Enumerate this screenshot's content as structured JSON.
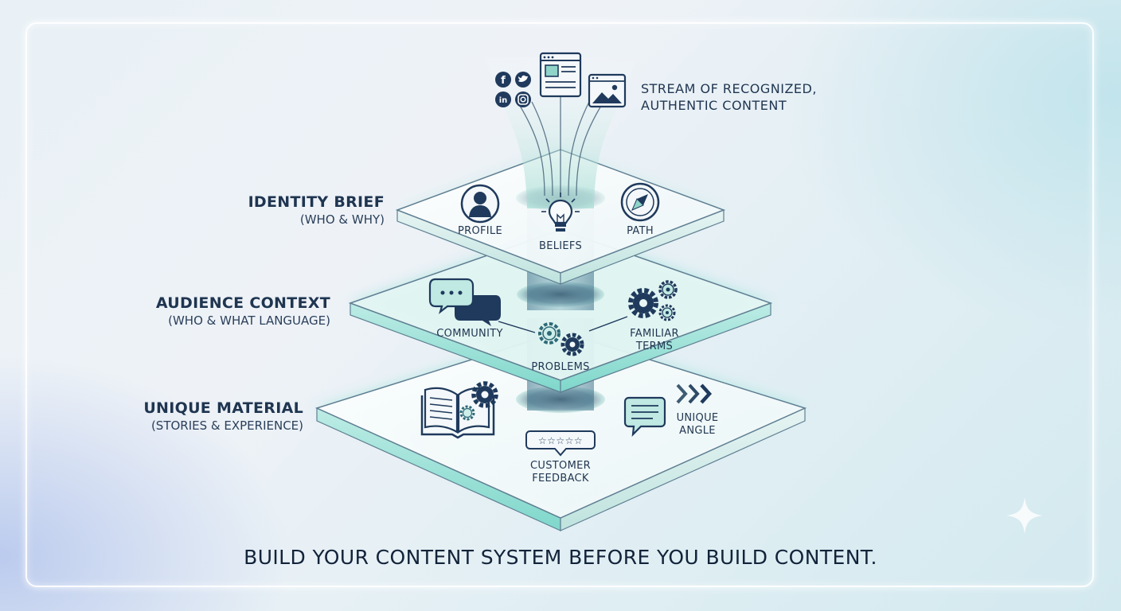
{
  "stream": {
    "line1": "STREAM OF RECOGNIZED,",
    "line2": "AUTHENTIC CONTENT"
  },
  "layers": {
    "identity": {
      "title": "IDENTITY BRIEF",
      "subtitle": "(WHO & WHY)",
      "items": {
        "profile": "PROFILE",
        "beliefs": "BELIEFS",
        "path": "PATH"
      }
    },
    "audience": {
      "title": "AUDIENCE CONTEXT",
      "subtitle": "(WHO & WHAT LANGUAGE)",
      "items": {
        "community": "COMMUNITY",
        "problems": "PROBLEMS",
        "familiar_1": "FAMILIAR",
        "familiar_2": "TERMS"
      }
    },
    "unique": {
      "title": "UNIQUE MATERIAL",
      "subtitle": "(STORIES & EXPERIENCE)",
      "items": {
        "feedback_1": "CUSTOMER",
        "feedback_2": "FEEDBACK",
        "angle_1": "UNIQUE",
        "angle_2": "ANGLE"
      }
    }
  },
  "footer": "BUILD YOUR CONTENT SYSTEM BEFORE YOU BUILD CONTENT.",
  "colors": {
    "navy": "#1f3a5c",
    "teal": "#6fd0c5",
    "teal_light": "#bfeae4",
    "outline": "#3a5068"
  },
  "icons": {
    "social": [
      "facebook-icon",
      "twitter-icon",
      "linkedin-icon",
      "instagram-icon"
    ],
    "stream": [
      "article-icon",
      "image-icon"
    ],
    "identity": [
      "profile-icon",
      "lightbulb-icon",
      "compass-icon"
    ],
    "audience": [
      "chat-bubbles-icon",
      "gears-icon",
      "gears-cluster-icon"
    ],
    "unique": [
      "book-gear-icon",
      "review-stars-icon",
      "message-icon",
      "chevrons-icon"
    ]
  }
}
